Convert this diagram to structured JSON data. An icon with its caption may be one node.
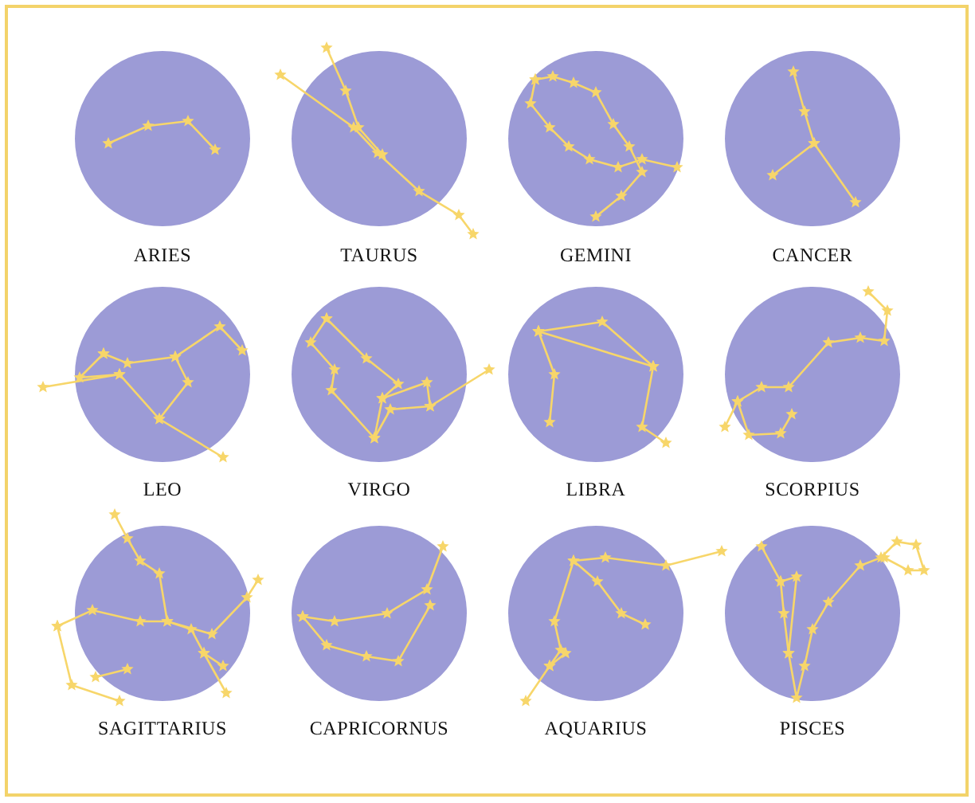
{
  "diagram": {
    "labels": [
      "ARIES",
      "TAURUS",
      "GEMINI",
      "CANCER",
      "LEO",
      "VIRGO",
      "LIBRA",
      "SCORPIUS",
      "SAGITTARIUS",
      "CAPRICORNUS",
      "AQUARIUS",
      "PISCES"
    ]
  }
}
